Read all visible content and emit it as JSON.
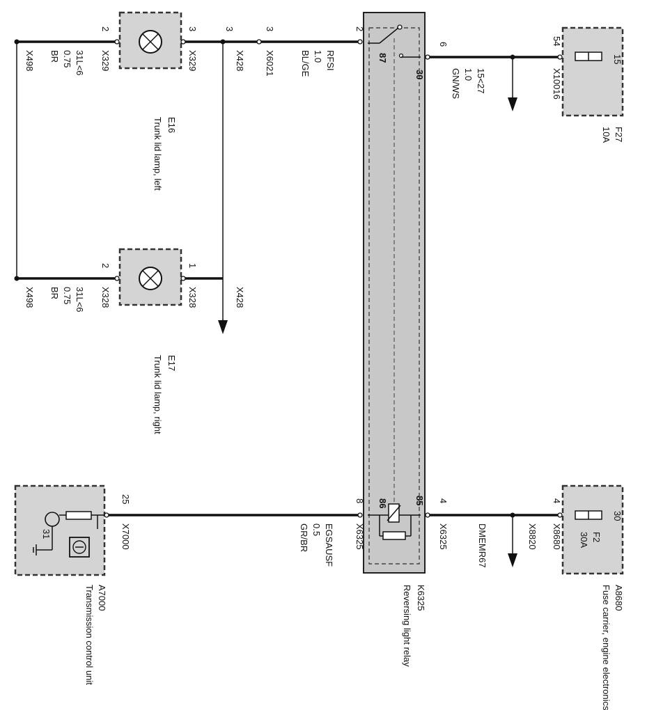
{
  "components": {
    "e16": {
      "id": "E16",
      "desc": "Trunk lid lamp, left",
      "pin_a": "2",
      "pin_b": "3",
      "conn_a": "X329",
      "conn_b": "X329"
    },
    "e17": {
      "id": "E17",
      "desc": "Trunk lid lamp, right",
      "pin_a": "2",
      "pin_b": "1",
      "conn_a": "X328",
      "conn_b": "X328"
    },
    "f27": {
      "id": "F27",
      "rating": "10A",
      "pin_in": "54",
      "pin_out": "15",
      "conn": "X10016"
    },
    "k6325": {
      "id": "K6325",
      "desc": "Reversing light relay",
      "pin2": "2",
      "pin87": "87",
      "pin30": "30",
      "pin6": "6",
      "pin86": "86",
      "pin85": "85",
      "pin8": "8",
      "pin4": "4",
      "conn_left": "X6325",
      "conn_right": "X6325"
    },
    "a8680": {
      "id": "A8680",
      "desc": "Fuse carrier, engine electronics",
      "fuse_id": "F2",
      "rating": "30A",
      "pin": "4",
      "pin30": "30",
      "conn": "X8680"
    },
    "a7000": {
      "id": "A7000",
      "desc": "Transmission control unit",
      "pin": "25",
      "conn": "X7000",
      "ground": "31"
    }
  },
  "wires": {
    "w31a": {
      "signal": "31L<6",
      "size": "0.75",
      "color": "BR",
      "ground": "X498"
    },
    "w31b": {
      "signal": "31L<6",
      "size": "0.75",
      "color": "BR",
      "ground": "X498"
    },
    "x428a": {
      "pin": "3",
      "conn": "X428"
    },
    "x6021": {
      "pin": "3",
      "conn": "X6021"
    },
    "rfsi": {
      "signal": "RFSI",
      "size": "1.0",
      "color": "BL/GE"
    },
    "w1527": {
      "signal": "15<27",
      "size": "1.0",
      "color": "GN/WS"
    },
    "x428b": {
      "conn": "X428"
    },
    "egs": {
      "signal": "EGSAUSF",
      "size": "0.5",
      "color": "GR/BR"
    },
    "dme": {
      "signal": "DMEMR67",
      "conn": "X8820"
    }
  }
}
